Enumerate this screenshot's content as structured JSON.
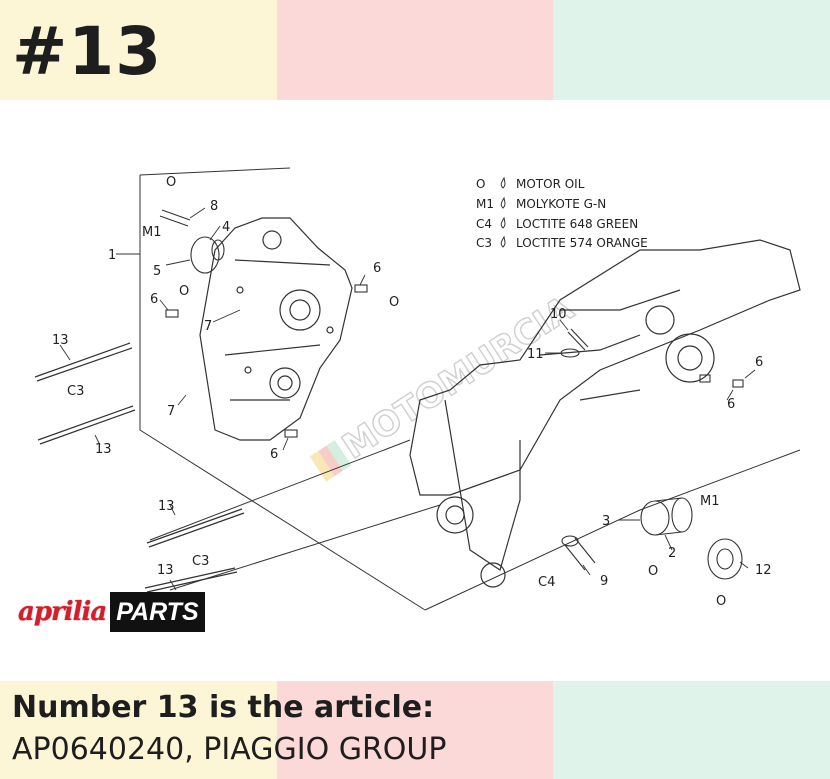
{
  "header": {
    "title": "#13",
    "band_colors": [
      "#fdf6d6",
      "#fad9d8",
      "#e0f3ea"
    ]
  },
  "diagram": {
    "legend": [
      {
        "code": "O",
        "text": "MOTOR OIL"
      },
      {
        "code": "M1",
        "text": "MOLYKOTE G-N"
      },
      {
        "code": "C4",
        "text": "LOCTITE 648 GREEN"
      },
      {
        "code": "C3",
        "text": "LOCTITE 574 ORANGE"
      }
    ],
    "part_labels": [
      "1",
      "2",
      "3",
      "4",
      "5",
      "6",
      "7",
      "8",
      "9",
      "10",
      "11",
      "12",
      "13"
    ],
    "annotation_codes": [
      "O",
      "M1",
      "C3",
      "C4"
    ],
    "watermark": "MOTOMURCIA"
  },
  "brand": {
    "left": "aprilia",
    "right": "PARTS",
    "color": "#d21f2b"
  },
  "footer": {
    "line1": "Number 13 is the article:",
    "line2": "AP0640240, PIAGGIO GROUP",
    "band_colors": [
      "#fdf6d6",
      "#fad9d8",
      "#e0f3ea"
    ]
  }
}
